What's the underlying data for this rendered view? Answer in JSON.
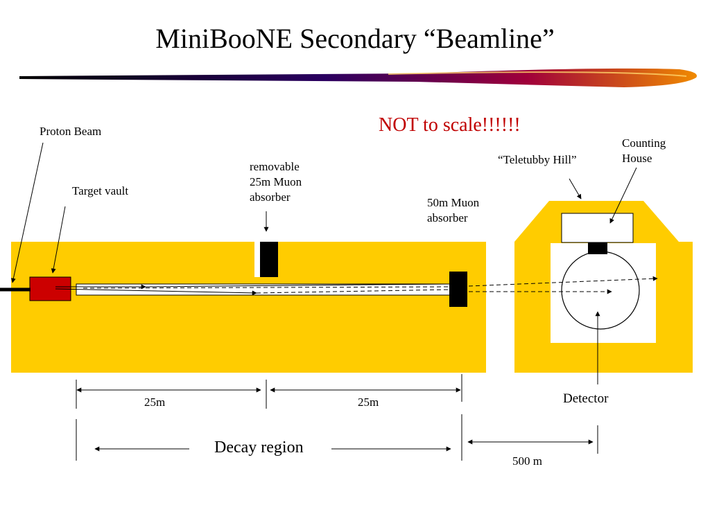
{
  "title": "MiniBooNE Secondary “Beamline”",
  "note": "NOT to scale!!!!!!",
  "labels": {
    "proton_beam": "Proton Beam",
    "target_vault": "Target vault",
    "removable_absorber": "removable\n25m Muon\nabsorber",
    "muon_absorber_50m": "50m Muon\nabsorber",
    "teletubby_hill": "“Teletubby Hill”",
    "counting_house": "Counting\nHouse",
    "detector": "Detector",
    "decay_region": "Decay region"
  },
  "dimensions": {
    "segment_1": "25m",
    "segment_2": "25m",
    "distance_to_detector": "500 m"
  },
  "colors": {
    "earth": "#ffcc00",
    "target": "#cc0000",
    "note": "#c00000",
    "absorber": "#000000"
  }
}
